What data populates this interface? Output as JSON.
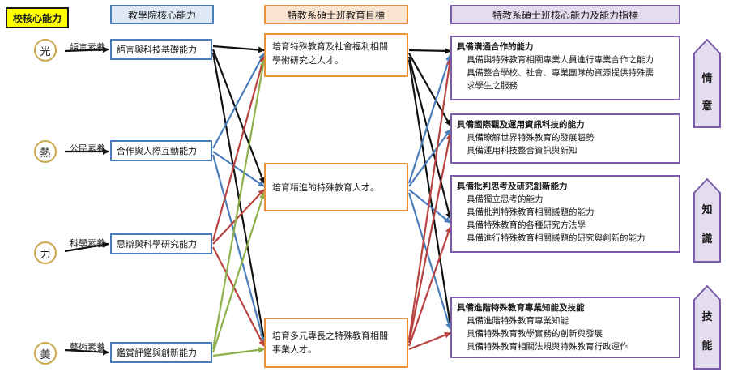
{
  "headers": {
    "school": "校核心能力",
    "college": "教學院核心能力",
    "goals": "特教系碩士班教育目標",
    "abilities": "特教系碩士班核心能力及能力指標"
  },
  "school_core": [
    {
      "char": "光",
      "literacy": "語言素養"
    },
    {
      "char": "熱",
      "literacy": "公民素養"
    },
    {
      "char": "力",
      "literacy": "科學素養"
    },
    {
      "char": "美",
      "literacy": "藝術素養"
    }
  ],
  "college_core": [
    "語言與科技基礎能力",
    "合作與人際互動能力",
    "思辯與科學研究能力",
    "鑑賞評鑑與創新能力"
  ],
  "goals": [
    {
      "lines": [
        "培育特殊教育及社會福利相關",
        "學術研究之人才。"
      ]
    },
    {
      "lines": [
        "培育精進的特殊教育人才。"
      ]
    },
    {
      "lines": [
        "培育多元專長之特殊教育相關",
        "事業人才。"
      ]
    }
  ],
  "abilities": [
    {
      "title": "具備溝通合作的能力",
      "items": [
        "具備與特殊教育相關專業人員進行專業合作之能力",
        "具備整合學校、社會、專業團隊的資源提供特殊需",
        "求學生之服務"
      ]
    },
    {
      "title": "具備國際觀及運用資訊科技的能力",
      "items": [
        "具備瞭解世界特殊教育的發展趨勢",
        "具備運用科技整合資訊與新知"
      ]
    },
    {
      "title": "具備批判思考及研究創新能力",
      "items": [
        "具備獨立思考的能力",
        "具備批判特殊教育相關議題的能力",
        "具備特殊教育的各種研究方法學",
        "具備進行特殊教育相關議題的研究與創新的能力"
      ]
    },
    {
      "title": "具備進階特殊教育專業知能及技能",
      "items": [
        "具備進階特殊教育專業知能",
        "具備特殊教育教學實務的創新與發展",
        "具備特殊教育相關法規與特殊教育行政運作"
      ]
    }
  ],
  "domains": [
    {
      "chars": [
        "情",
        "意"
      ]
    },
    {
      "chars": [
        "知",
        "識"
      ]
    },
    {
      "chars": [
        "技",
        "能"
      ]
    }
  ],
  "colors": {
    "black": "#111111",
    "blue": "#4a7ebb",
    "red": "#b8433f",
    "green": "#8db04a",
    "purple": "#7a5ca8",
    "orange": "#e8913b"
  }
}
